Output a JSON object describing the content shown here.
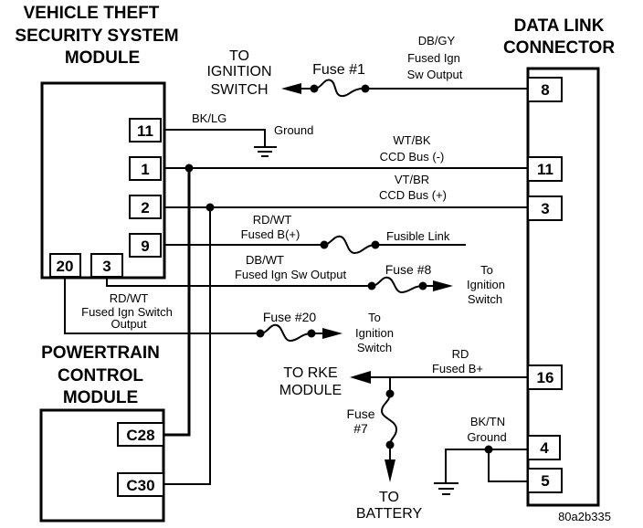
{
  "vtss_module": {
    "title_lines": [
      "VEHICLE THEFT",
      "SECURITY SYSTEM",
      "MODULE"
    ],
    "pins": [
      "11",
      "1",
      "2",
      "9",
      "20",
      "3"
    ]
  },
  "pcm_module": {
    "title_lines": [
      "POWERTRAIN",
      "CONTROL",
      "MODULE"
    ],
    "pins": [
      "C28",
      "C30"
    ]
  },
  "dlc": {
    "title_lines": [
      "DATA LINK",
      "CONNECTOR"
    ],
    "pins": [
      "8",
      "11",
      "3",
      "16",
      "4",
      "5"
    ]
  },
  "wires": {
    "dbgy": {
      "color_code": "DB/GY",
      "desc_lines": [
        "Fused Ign",
        "Sw Output"
      ],
      "fuse": "Fuse #1",
      "dest_lines": [
        "TO",
        "IGNITION",
        "SWITCH"
      ]
    },
    "bklg": {
      "color_code": "BK/LG",
      "desc": "Ground"
    },
    "wtbk": {
      "color_code": "WT/BK",
      "desc": "CCD Bus (-)"
    },
    "vtbr": {
      "color_code": "VT/BR",
      "desc": "CCD Bus (+)"
    },
    "rdwt_b": {
      "color_code": "RD/WT",
      "desc": "Fused B(+)",
      "dest": "Fusible Link"
    },
    "dbwt": {
      "color_code": "DB/WT",
      "desc": "Fused Ign Sw Output",
      "fuse": "Fuse #8",
      "dest_lines": [
        "To",
        "Ignition",
        "Switch"
      ]
    },
    "rdwt_ign": {
      "color_code": "RD/WT",
      "desc_lines": [
        "Fused Ign Switch",
        "Output"
      ],
      "fuse": "Fuse #20",
      "dest_lines": [
        "To",
        "Ignition",
        "Switch"
      ]
    },
    "rd": {
      "color_code": "RD",
      "desc": "Fused B+",
      "dest_lines": [
        "TO RKE",
        "MODULE"
      ],
      "fuse_lines": [
        "Fuse",
        "#7"
      ],
      "battery_lines": [
        "TO",
        "BATTERY"
      ]
    },
    "bktn": {
      "color_code": "BK/TN",
      "desc": "Ground"
    }
  },
  "figure_id": "80a2b335"
}
